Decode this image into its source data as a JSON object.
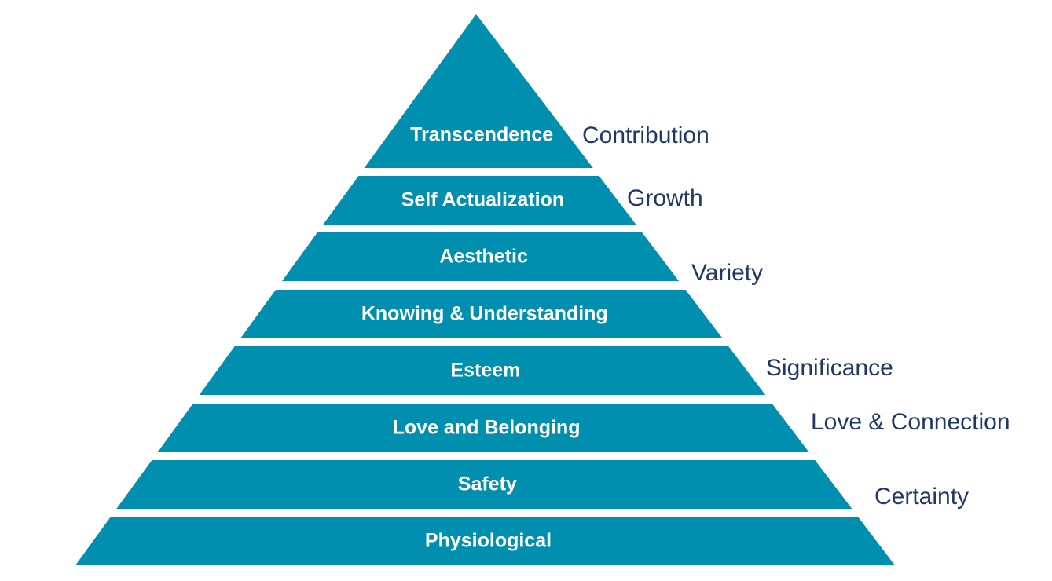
{
  "colors": {
    "tier_fill": "#008FAE",
    "tier_text": "#FFFFFF",
    "need_text": "#1F3864"
  },
  "pyramid": {
    "tiers": [
      {
        "label": "Transcendence"
      },
      {
        "label": "Self Actualization"
      },
      {
        "label": "Aesthetic"
      },
      {
        "label": "Knowing & Understanding"
      },
      {
        "label": "Esteem"
      },
      {
        "label": "Love and Belonging"
      },
      {
        "label": "Safety"
      },
      {
        "label": "Physiological"
      }
    ]
  },
  "needs": {
    "contribution": "Contribution",
    "growth": "Growth",
    "variety": "Variety",
    "significance": "Significance",
    "love_connection": "Love & Connection",
    "certainty": "Certainty"
  }
}
